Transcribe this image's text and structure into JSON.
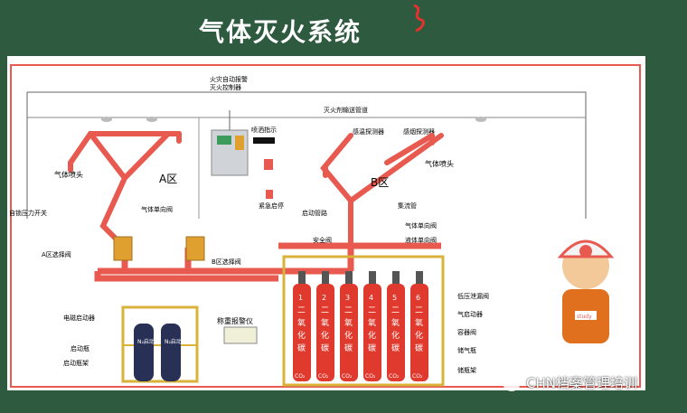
{
  "title": "气体灭火系统",
  "watermark": "CHN档案管理培训",
  "labels": {
    "controller": [
      "火灾自动报警",
      "灭火控制器"
    ],
    "pipe_network": "灭火剂输送管道",
    "spray_indicator": "喷洒指示",
    "emergency_stop": "紧急启停",
    "detector_smoke": "感温探测器",
    "detector_heat": "感烟探测器",
    "nozzle_left": "气体喷头",
    "nozzle_right": "气体喷头",
    "zone_a": "A区",
    "zone_b": "B区",
    "check_valve_top": "气体单向阀",
    "self_lock_switch": "自锁压力开关",
    "start_pipe": "启动管路",
    "manifold": "集流管",
    "check_valve_gas": "气体单向阀",
    "check_valve_liquid": "液体单向阀",
    "safety_valve": "安全阀",
    "zone_a_valve": "A区选择阀",
    "zone_b_valve": "B区选择阀",
    "low_pressure_leak_valve": "低压泄漏阀",
    "gas_starter": "气启动器",
    "container_valve": "容器阀",
    "gas_cylinder": "储气瓶",
    "cylinder_rack": "储瓶架",
    "solenoid_starter": "电磁启动器",
    "start_bottle": "启动瓶",
    "start_bottle_rack": "启动瓶架",
    "weighing_alarm": "称重报警仪",
    "n2_bottle_text": "N₂启动瓶",
    "co2_text": "CO₂",
    "co2_label": "二氧化碳",
    "mascot_badge": "study"
  },
  "cylinder_numbers": [
    "1",
    "2",
    "3",
    "4",
    "5",
    "6"
  ],
  "colors": {
    "background": "#2e5a40",
    "pipe": "#e85a4f",
    "cylinder": "#e03a2e",
    "frame": "#d9b23a",
    "board": "#ffffff"
  }
}
